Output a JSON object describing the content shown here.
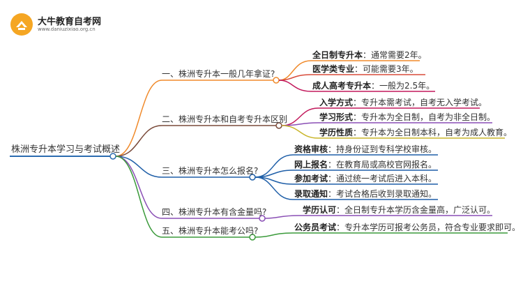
{
  "logo": {
    "title": "大牛教育自考网",
    "url": "www.daniuzixiao.org.cn"
  },
  "root": "株洲专升本学习与考试概述",
  "branches": [
    {
      "label": "一、株洲专升本一般几年拿证?",
      "color": "#f08a2b",
      "leaves": [
        {
          "key": "全日制专升本",
          "text": "：通常需要2年。"
        },
        {
          "key": "医学类专业",
          "text": "：可能需要3年。"
        },
        {
          "key": "成人高考专升本",
          "text": "：一般为2.5年。"
        }
      ]
    },
    {
      "label": "二、株洲专升本和自考专升本区别",
      "color": "#7a4a3a",
      "leaves": [
        {
          "key": "入学方式",
          "text": "：专升本需考试，自考无入学考试。"
        },
        {
          "key": "学习形式",
          "text": "：专升本为全日制，自考为非全日制。"
        },
        {
          "key": "学历性质",
          "text": "：专升本为全日制本科，自考为成人教育。"
        }
      ]
    },
    {
      "label": "三、株洲专升本怎么报名?",
      "color": "#1f5fa8",
      "leaves": [
        {
          "key": "资格审核",
          "text": "：持身份证到专科学校审核。"
        },
        {
          "key": "网上报名",
          "text": "：在教育局或高校官网报名。"
        },
        {
          "key": "参加考试",
          "text": "：通过统一考试后进入本科。"
        },
        {
          "key": "录取通知",
          "text": "：考试合格后收到录取通知。"
        }
      ]
    },
    {
      "label": "四、株洲专升本有含金量吗?",
      "color": "#8a4fb5",
      "leaves": [
        {
          "key": "学历认可",
          "text": "：全日制专升本学历含金量高，广泛认可。"
        }
      ]
    },
    {
      "label": "五、株洲专升本能考公吗?",
      "color": "#3a9a3a",
      "leaves": [
        {
          "key": "公务员考试",
          "text": "：专升本学历可报考公务员，符合专业要求即可。"
        }
      ]
    }
  ],
  "leaf_colors": [
    "#f08a2b",
    "#d84b3a",
    "#c2185b",
    "#c2185b",
    "#8a4fb5",
    "#c9b52a",
    "#1f5fa8",
    "#1f5fa8",
    "#1f5fa8",
    "#1f5fa8",
    "#8a4fb5",
    "#3a9a3a"
  ]
}
